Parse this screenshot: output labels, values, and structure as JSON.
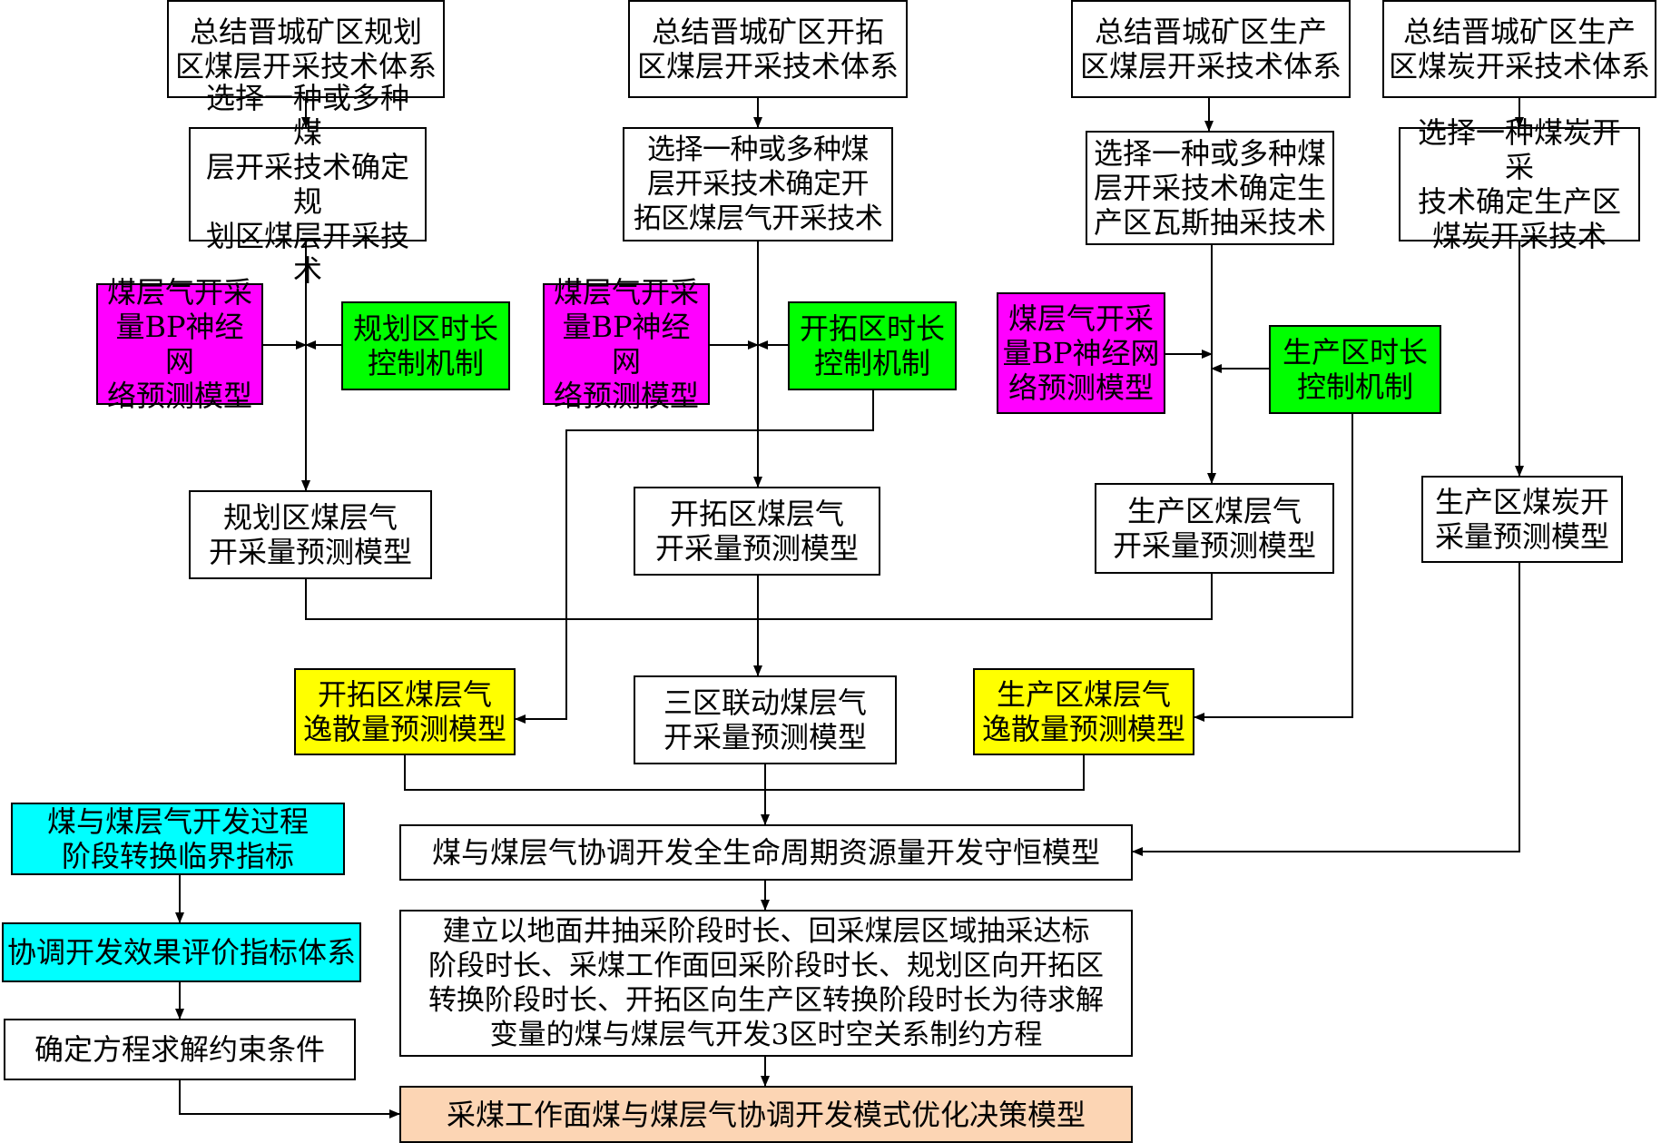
{
  "colors": {
    "white": "#ffffff",
    "magenta": "#ff00ff",
    "green": "#00ff00",
    "yellow": "#ffff00",
    "cyan": "#00ffff",
    "peach": "#fcd5b4",
    "line": "#000000"
  },
  "nodes": {
    "plan_summary": {
      "text": "总结晋城矿区规划\n区煤层开采技术体系",
      "color": "white"
    },
    "dev_summary": {
      "text": "总结晋城矿区开拓\n区煤层开采技术体系",
      "color": "white"
    },
    "prod_summary": {
      "text": "总结晋城矿区生产\n区煤层开采技术体系",
      "color": "white"
    },
    "coal_summary": {
      "text": "总结晋城矿区生产\n区煤炭开采技术体系",
      "color": "white"
    },
    "plan_select": {
      "text": "选择一种或多种煤\n层开采技术确定规\n划区煤层开采技术",
      "color": "white"
    },
    "dev_select": {
      "text": "选择一种或多种煤\n层开采技术确定开\n拓区煤层气开采技术",
      "color": "white"
    },
    "prod_select": {
      "text": "选择一种或多种煤\n层开采技术确定生\n产区瓦斯抽采技术",
      "color": "white"
    },
    "coal_select": {
      "text": "选择一种煤炭开采\n技术确定生产区\n煤炭开采技术",
      "color": "white"
    },
    "bp_plan": {
      "text": "煤层气开采\n量BP神经网\n络预测模型",
      "color": "magenta"
    },
    "bp_dev": {
      "text": "煤层气开采\n量BP神经网\n络预测模型",
      "color": "magenta"
    },
    "bp_prod": {
      "text": "煤层气开采\n量BP神经网\n络预测模型",
      "color": "magenta"
    },
    "time_plan": {
      "text": "规划区时长\n控制机制",
      "color": "green"
    },
    "time_dev": {
      "text": "开拓区时长\n控制机制",
      "color": "green"
    },
    "time_prod": {
      "text": "生产区时长\n控制机制",
      "color": "green"
    },
    "plan_model": {
      "text": "规划区煤层气\n开采量预测模型",
      "color": "white"
    },
    "dev_model": {
      "text": "开拓区煤层气\n开采量预测模型",
      "color": "white"
    },
    "prod_model": {
      "text": "生产区煤层气\n开采量预测模型",
      "color": "white"
    },
    "coal_model": {
      "text": "生产区煤炭开\n采量预测模型",
      "color": "white"
    },
    "dev_escape": {
      "text": "开拓区煤层气\n逸散量预测模型",
      "color": "yellow"
    },
    "three_zone": {
      "text": "三区联动煤层气\n开采量预测模型",
      "color": "white"
    },
    "prod_escape": {
      "text": "生产区煤层气\n逸散量预测模型",
      "color": "yellow"
    },
    "critical_index": {
      "text": "煤与煤层气开发过程\n阶段转换临界指标",
      "color": "cyan"
    },
    "eval_system": {
      "text": "协调开发效果评价指标体系",
      "color": "cyan"
    },
    "constraints": {
      "text": "确定方程求解约束条件",
      "color": "white"
    },
    "conservation": {
      "text": "煤与煤层气协调开发全生命周期资源量开发守恒模型",
      "color": "white"
    },
    "equation": {
      "text": "建立以地面井抽采阶段时长、回采煤层区域抽采达标\n阶段时长、采煤工作面回采阶段时长、规划区向开拓区\n转换阶段时长、开拓区向生产区转换阶段时长为待求解\n变量的煤与煤层气开发3区时空关系制约方程",
      "color": "white"
    },
    "decision": {
      "text": "采煤工作面煤与煤层气协调开发模式优化决策模型",
      "color": "peach"
    }
  },
  "edges": [
    [
      "plan_summary",
      "plan_select"
    ],
    [
      "dev_summary",
      "dev_select"
    ],
    [
      "prod_summary",
      "prod_select"
    ],
    [
      "coal_summary",
      "coal_select"
    ],
    [
      "bp_plan",
      "plan_select->plan_model"
    ],
    [
      "time_plan",
      "plan_select->plan_model"
    ],
    [
      "bp_dev",
      "dev_select->dev_model"
    ],
    [
      "time_dev",
      "dev_select->dev_model"
    ],
    [
      "bp_prod",
      "prod_select->prod_model"
    ],
    [
      "time_prod",
      "prod_select->prod_model"
    ],
    [
      "plan_select",
      "plan_model"
    ],
    [
      "dev_select",
      "dev_model"
    ],
    [
      "prod_select",
      "prod_model"
    ],
    [
      "coal_select",
      "coal_model"
    ],
    [
      "time_dev",
      "dev_escape"
    ],
    [
      "time_prod",
      "prod_escape"
    ],
    [
      "plan_model",
      "three_zone"
    ],
    [
      "dev_model",
      "three_zone"
    ],
    [
      "prod_model",
      "three_zone"
    ],
    [
      "dev_escape",
      "conservation"
    ],
    [
      "three_zone",
      "conservation"
    ],
    [
      "prod_escape",
      "conservation"
    ],
    [
      "coal_model",
      "conservation"
    ],
    [
      "conservation",
      "equation"
    ],
    [
      "critical_index",
      "eval_system"
    ],
    [
      "eval_system",
      "constraints"
    ],
    [
      "constraints",
      "decision"
    ],
    [
      "equation",
      "decision"
    ]
  ]
}
